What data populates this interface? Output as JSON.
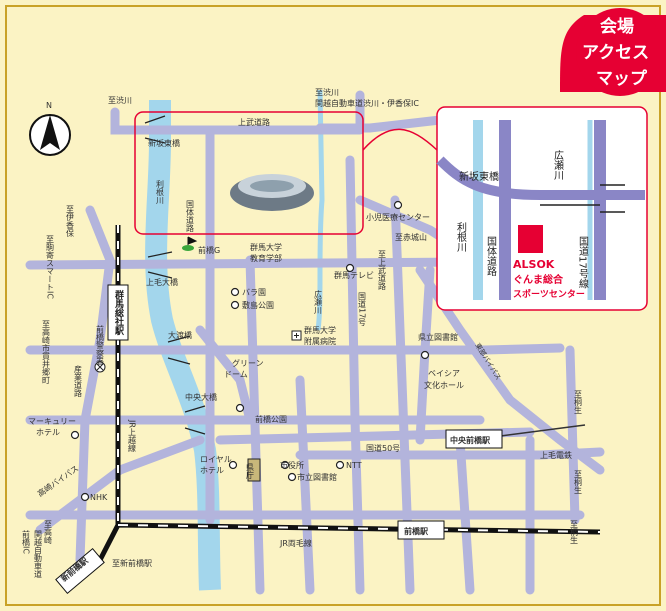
{
  "badge": {
    "line1": "会場",
    "line2": "アクセス",
    "line3": "マップ"
  },
  "compass": {
    "north": "N"
  },
  "colors": {
    "background": "#fbf3c4",
    "road": "#b3b4dc",
    "river": "#a3d6ec",
    "accent": "#e60033",
    "rail": "#111111",
    "frame": "#c9a227"
  },
  "labels": {
    "to_shibukawa": "至渋川",
    "to_kanetsu": "至渋川",
    "kanetsu_ic": "関越自動車道渋川・伊香保IC",
    "jobu_road": "上武道路",
    "shinsakato_bridge": "新坂東橋",
    "tone_river": "利根川",
    "route_kokutai": "国体道路",
    "to_ikaho": "至伊香保",
    "to_smart_ic": "至駒寄スマートIC",
    "gunma_soja_sta": "群馬総社駅",
    "maebashi_g": "前橋G",
    "gunma_univ_edu": "群馬大学",
    "gunma_univ_edu2": "教育学部",
    "children_medical": "小児医療センター",
    "to_akagi": "至赤城山",
    "to_jobu": "至上武道路",
    "gunma_tv": "群馬テレビ",
    "hirose_river": "広瀬川",
    "route17": "国道17号",
    "kamike_bridge": "上毛大橋",
    "rose_park": "バラ園",
    "shikishima_park": "敷島公園",
    "gunma_univ_hosp": "群馬大学",
    "gunma_univ_hosp2": "附属病院",
    "pref_library": "県立図書館",
    "to_takasaki": "至高崎市貫井郷町",
    "sangyo_road": "産業道路",
    "maebashi_police": "前橋警察署",
    "owatari_bridge": "大渡橋",
    "green_dome": "グリーン",
    "green_dome2": "ドーム",
    "higashi_bypass": "東部バイパス",
    "bay_cia": "ベイシア",
    "bay_cia2": "文化ホール",
    "mercury_hotel": "マーキュリー",
    "mercury_hotel2": "ホテル",
    "chuo_bridge": "中央大橋",
    "maebashi_park": "前橋公園",
    "jr_joetsu": "JR上越線",
    "to_kiryu": "至桐生",
    "chuo_maebashi_sta": "中央前橋駅",
    "route50": "国道50号",
    "jomo_dentetsu": "上毛電鉄",
    "royal_hotel": "ロイヤル",
    "royal_hotel2": "ホテル",
    "pref_office": "県庁",
    "city_office": "市役所",
    "city_library": "市立図書館",
    "ntt": "NTT",
    "to_kiryu2": "至桐生",
    "takasaki_bypass": "高崎バイパス",
    "nhk": "NHK",
    "to_takasaki2": "至高崎",
    "maebashi_ic": "前橋IC",
    "kanetsu_expwy": "関越自動車道",
    "shin_maebashi_sta": "新前橋駅",
    "to_shin_maebashi": "至新前橋駅",
    "jr_ryomo": "JR両毛線",
    "maebashi_sta": "前橋駅",
    "to_kiryu3": "至桐生"
  },
  "inset": {
    "shinsakato_bridge": "新坂東橋",
    "tone_river": "利根川",
    "hirose_river": "広瀬川",
    "route_kokutai": "国体道路",
    "route17": "国道17号線",
    "venue_brand": "ALSOK",
    "venue_name": "ぐんま総合",
    "venue_name2": "スポーツセンター"
  }
}
